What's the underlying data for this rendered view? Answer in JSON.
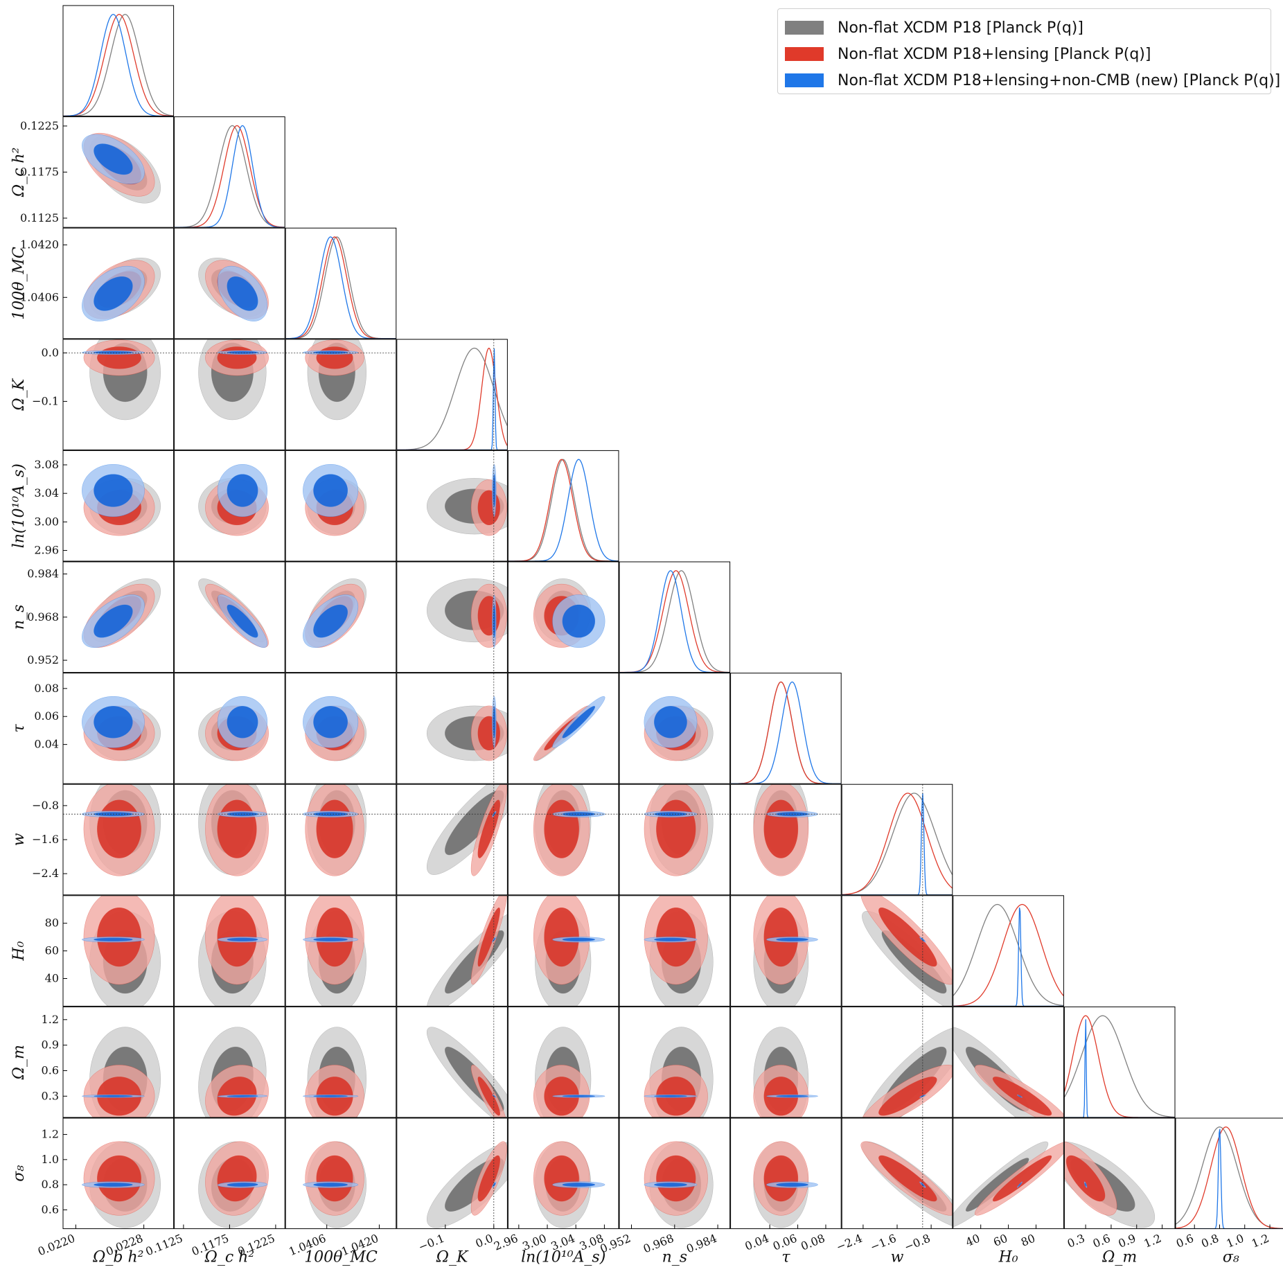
{
  "legend": {
    "entries": [
      {
        "label": "Non-flat XCDM P18 [Planck P(q)]",
        "color": "#808080"
      },
      {
        "label": "Non-flat XCDM P18+lensing [Planck P(q)]",
        "color": "#e03a2a"
      },
      {
        "label": "Non-flat XCDM P18+lensing+non-CMB (new) [Planck P(q)]",
        "color": "#1f77e8"
      }
    ]
  },
  "colors": {
    "gray_dark": "#6f6f6f",
    "gray_light": "#cccccc",
    "red_dark": "#d8362a",
    "red_light": "#f1a6a0",
    "blue_dark": "#1565d8",
    "blue_light": "#9cc0f2",
    "gray_line": "#808080",
    "red_line": "#e03a2a",
    "blue_line": "#1f77e8"
  },
  "chart_data": {
    "type": "triangle",
    "grid": false,
    "legend_position": "top-right",
    "parameters": [
      {
        "label": "Ω_b h²",
        "range": [
          0.02185,
          0.02315
        ],
        "ticks": [
          {
            "v": 0.022,
            "t": "0.0220"
          },
          {
            "v": 0.0228,
            "t": "0.0228"
          }
        ]
      },
      {
        "label": "Ω_c h²",
        "range": [
          0.1115,
          0.1235
        ],
        "ticks": [
          {
            "v": 0.1125,
            "t": "0.1125"
          },
          {
            "v": 0.1175,
            "t": "0.1175"
          },
          {
            "v": 0.1225,
            "t": "0.1225"
          }
        ]
      },
      {
        "label": "100θ_MC",
        "range": [
          1.0395,
          1.04245
        ],
        "ticks": [
          {
            "v": 1.0406,
            "t": "1.0406"
          },
          {
            "v": 1.042,
            "t": "1.0420"
          }
        ]
      },
      {
        "label": "Ω_K",
        "range": [
          -0.2,
          0.028
        ],
        "ticks": [
          {
            "v": -0.1,
            "t": "−0.1"
          },
          {
            "v": 0,
            "t": "0.0"
          }
        ]
      },
      {
        "label": "ln(10¹⁰A_s)",
        "range": [
          2.945,
          3.1
        ],
        "ticks": [
          {
            "v": 2.96,
            "t": "2.96"
          },
          {
            "v": 3.0,
            "t": "3.00"
          },
          {
            "v": 3.04,
            "t": "3.04"
          },
          {
            "v": 3.08,
            "t": "3.08"
          }
        ]
      },
      {
        "label": "n_s",
        "range": [
          0.9475,
          0.9885
        ],
        "ticks": [
          {
            "v": 0.952,
            "t": "0.952"
          },
          {
            "v": 0.968,
            "t": "0.968"
          },
          {
            "v": 0.984,
            "t": "0.984"
          }
        ]
      },
      {
        "label": "τ",
        "range": [
          0.012,
          0.091
        ],
        "ticks": [
          {
            "v": 0.04,
            "t": "0.04"
          },
          {
            "v": 0.06,
            "t": "0.06"
          },
          {
            "v": 0.08,
            "t": "0.08"
          }
        ]
      },
      {
        "label": "w",
        "range": [
          -2.9,
          -0.3
        ],
        "ticks": [
          {
            "v": -2.4,
            "t": "−2.4"
          },
          {
            "v": -1.6,
            "t": "−1.6"
          },
          {
            "v": -0.8,
            "t": "−0.8"
          }
        ]
      },
      {
        "label": "H₀",
        "range": [
          20,
          100
        ],
        "ticks": [
          {
            "v": 40,
            "t": "40"
          },
          {
            "v": 60,
            "t": "60"
          },
          {
            "v": 80,
            "t": "80"
          }
        ]
      },
      {
        "label": "Ω_m",
        "range": [
          0.05,
          1.35
        ],
        "ticks": [
          {
            "v": 0.3,
            "t": "0.3"
          },
          {
            "v": 0.6,
            "t": "0.6"
          },
          {
            "v": 0.9,
            "t": "0.9"
          },
          {
            "v": 1.2,
            "t": "1.2"
          }
        ]
      },
      {
        "label": "σ₈",
        "range": [
          0.45,
          1.33
        ],
        "ticks": [
          {
            "v": 0.6,
            "t": "0.6"
          },
          {
            "v": 0.8,
            "t": "0.8"
          },
          {
            "v": 1.0,
            "t": "1.0"
          },
          {
            "v": 1.2,
            "t": "1.2"
          }
        ]
      }
    ],
    "reference_values": {
      "Ω_K": 0,
      "w": -1
    },
    "series": [
      {
        "name": "Non-flat XCDM P18 [Planck P(q)]",
        "mean": [
          0.02258,
          0.1178,
          1.04087,
          -0.04,
          3.022,
          0.9705,
          0.048,
          -1.2,
          52,
          0.5,
          0.8
        ],
        "sd": [
          0.00017,
          0.0015,
          0.00032,
          0.04,
          0.016,
          0.0048,
          0.008,
          0.5,
          15,
          0.25,
          0.14
        ]
      },
      {
        "name": "Non-flat XCDM P18+lensing [Planck P(q)]",
        "mean": [
          0.02251,
          0.1183,
          1.04081,
          -0.01,
          3.02,
          0.9685,
          0.048,
          -1.35,
          70,
          0.3,
          0.85
        ],
        "sd": [
          0.00017,
          0.0014,
          0.00032,
          0.015,
          0.016,
          0.0048,
          0.008,
          0.45,
          14,
          0.15,
          0.12
        ]
      },
      {
        "name": "Non-flat XCDM P18+lensing+non-CMB (new) [Planck P(q)]",
        "mean": [
          0.02244,
          0.1189,
          1.0407,
          0.0008,
          3.044,
          0.9665,
          0.056,
          -1.0,
          68.2,
          0.3,
          0.8
        ],
        "sd": [
          0.00015,
          0.0011,
          0.0003,
          0.0017,
          0.015,
          0.004,
          0.0075,
          0.03,
          0.8,
          0.007,
          0.01
        ]
      }
    ],
    "correlations": [
      [
        0,
        1,
        -0.55
      ],
      [
        0,
        2,
        0.45
      ],
      [
        1,
        2,
        -0.45
      ],
      [
        0,
        5,
        0.6
      ],
      [
        1,
        5,
        -0.85
      ],
      [
        2,
        5,
        0.55
      ],
      [
        4,
        6,
        0.95
      ],
      [
        3,
        7,
        0.85
      ],
      [
        3,
        8,
        0.9
      ],
      [
        3,
        9,
        -0.9
      ],
      [
        3,
        10,
        0.8
      ],
      [
        7,
        8,
        -0.9
      ],
      [
        7,
        9,
        0.85
      ],
      [
        7,
        10,
        -0.9
      ],
      [
        8,
        9,
        -0.9
      ],
      [
        8,
        10,
        0.95
      ],
      [
        9,
        10,
        -0.75
      ],
      [
        1,
        9,
        0.15
      ],
      [
        1,
        10,
        0.1
      ]
    ]
  }
}
